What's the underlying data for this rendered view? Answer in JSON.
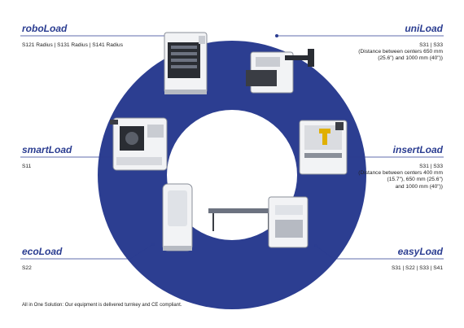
{
  "colors": {
    "ring": "#2c3e91",
    "accent": "#2b3d91",
    "machine_body": "#f2f3f5",
    "machine_frame": "#8a8f99"
  },
  "products": [
    {
      "id": "roboload",
      "name": "roboLoad",
      "desc": [
        "S121 Radius | S131 Radius | S141 Radius"
      ]
    },
    {
      "id": "uniload",
      "name": "uniLoad",
      "desc": [
        "S31 | S33",
        "(Distance between centers 650 mm",
        "(25.6\") and 1000 mm (40\"))"
      ]
    },
    {
      "id": "smartload",
      "name": "smartLoad",
      "desc": [
        "S11"
      ]
    },
    {
      "id": "insertload",
      "name": "insertLoad",
      "desc": [
        "S31 | S33",
        "(Distance between centers 400 mm",
        "(15.7\"), 650 mm (25.6\")",
        "and 1000 mm (40\"))"
      ]
    },
    {
      "id": "ecoload",
      "name": "ecoLoad",
      "desc": [
        "S22"
      ]
    },
    {
      "id": "easyload",
      "name": "easyLoad",
      "desc": [
        "S31 | S22 | S33 | S41"
      ]
    }
  ],
  "footer_note": "All in One Solution: Our equipment is delivered turnkey and CE compliant."
}
